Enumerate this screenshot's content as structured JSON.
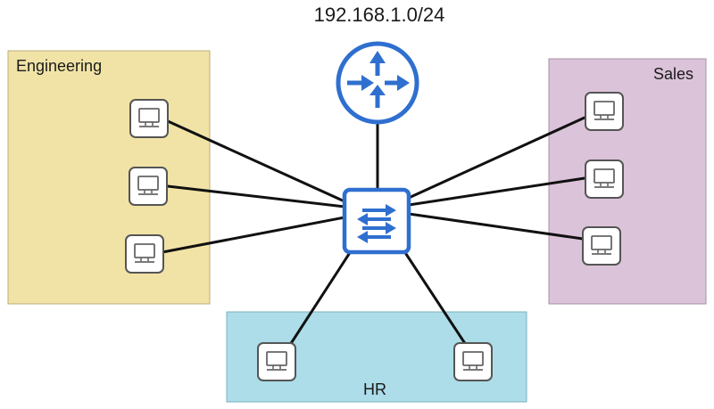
{
  "network": {
    "subnet": "192.168.1.0/24"
  },
  "zones": {
    "engineering": {
      "label": "Engineering",
      "fill": "#f1e3a6",
      "stroke": "#b9ad7e"
    },
    "sales": {
      "label": "Sales",
      "fill": "#dbc3d9",
      "stroke": "#a790a5"
    },
    "hr": {
      "label": "HR",
      "fill": "#acdde9",
      "stroke": "#7eb1bd"
    }
  },
  "colors": {
    "router_blue": "#2f6fcf",
    "switch_blue": "#2f6fcf",
    "link": "#111111",
    "pc_border": "#555555"
  },
  "icons": {
    "router": "router-icon",
    "switch": "switch-icon",
    "pc": "pc-icon"
  }
}
